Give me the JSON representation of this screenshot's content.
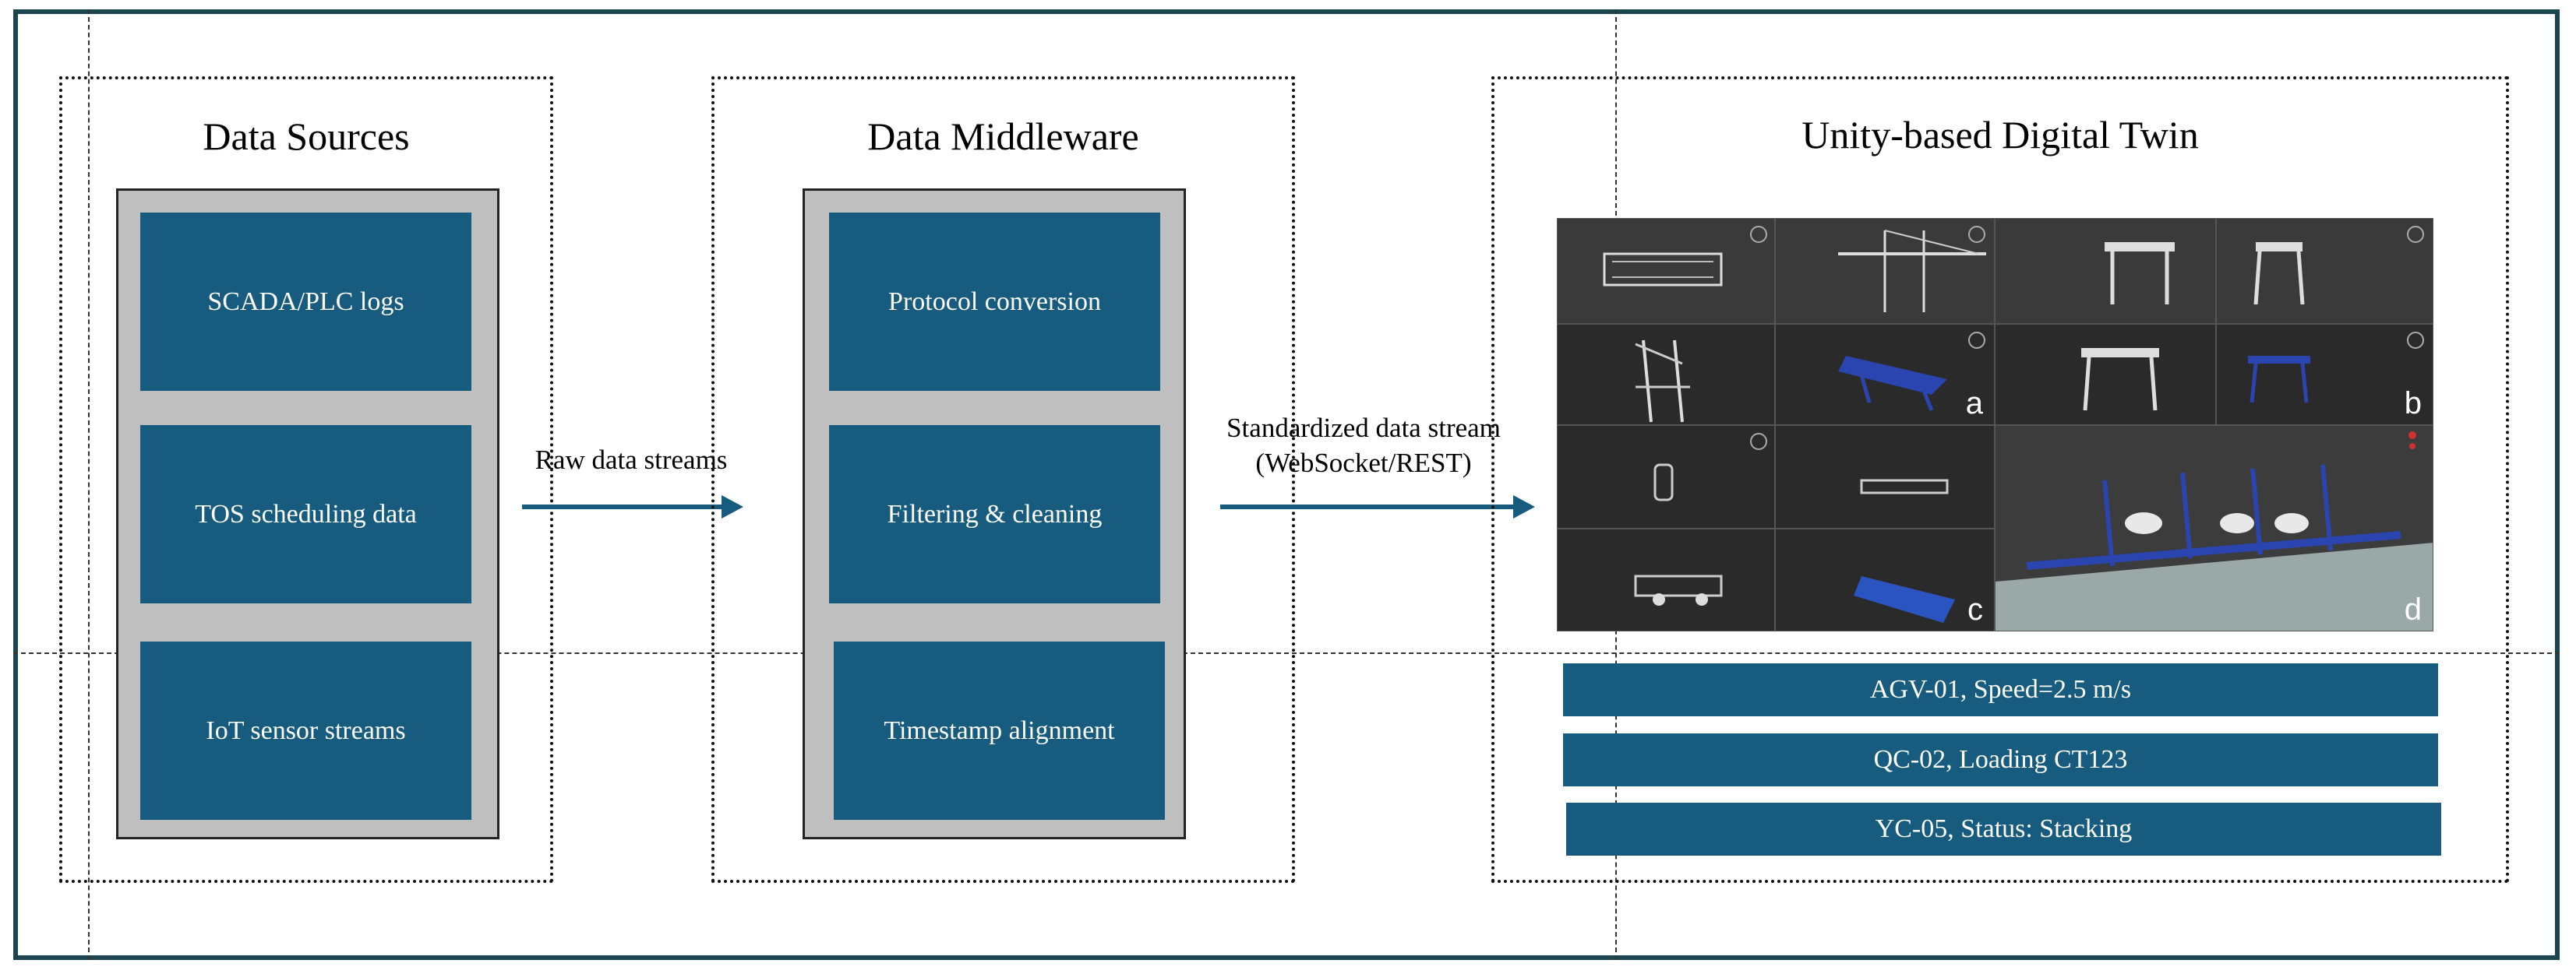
{
  "sources": {
    "title": "Data Sources",
    "items": [
      "SCADA/PLC logs",
      "TOS scheduling data",
      "IoT sensor streams"
    ]
  },
  "arrow1": {
    "label": "Raw data streams"
  },
  "middleware": {
    "title": "Data Middleware",
    "items": [
      "Protocol conversion",
      "Filtering & cleaning",
      "Timestamp alignment"
    ]
  },
  "arrow2": {
    "label_line1": "Standardized data stream",
    "label_line2": "(WebSocket/REST)"
  },
  "twin": {
    "title": "Unity-based Digital Twin",
    "panel_labels": {
      "a": "a",
      "b": "b",
      "c": "c",
      "d": "d"
    },
    "status": [
      "AGV-01, Speed=2.5 m/s",
      "QC-02, Loading CT123",
      "YC-05, Status: Stacking"
    ]
  },
  "colors": {
    "box_blue": "#175c7e",
    "frame": "#1c4550",
    "gray": "#bfbfbf"
  }
}
